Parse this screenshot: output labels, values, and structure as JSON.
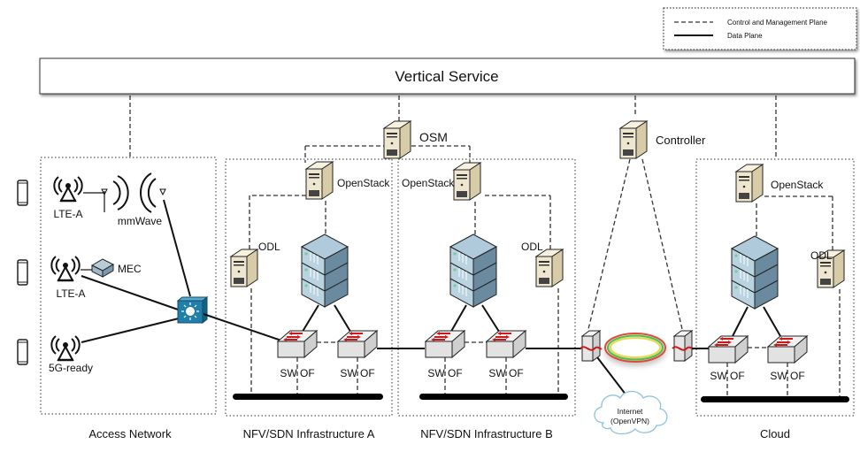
{
  "legend": {
    "control_label": "Control and Management Plane",
    "data_label": "Data Plane"
  },
  "vertical_service": {
    "label": "Vertical Service"
  },
  "orchestrators": {
    "osm": "OSM",
    "controller": "Controller"
  },
  "domains": [
    {
      "id": "access",
      "label": "Access Network"
    },
    {
      "id": "infra-a",
      "label": "NFV/SDN Infrastructure A",
      "vim": "OpenStack",
      "sdn": "ODL",
      "switches": [
        "SW OF",
        "SW OF"
      ]
    },
    {
      "id": "infra-b",
      "label": "NFV/SDN Infrastructure B",
      "vim": "OpenStack",
      "sdn": "ODL",
      "switches": [
        "SW OF",
        "SW OF"
      ]
    },
    {
      "id": "cloud",
      "label": "Cloud",
      "vim": "OpenStack",
      "sdn": "ODL",
      "switches": [
        "SW OF",
        "SW OF"
      ]
    }
  ],
  "access_network": {
    "radios": [
      {
        "label": "LTE-A"
      },
      {
        "label": "mmWave"
      },
      {
        "label": "LTE-A"
      },
      {
        "label": "5G-ready"
      }
    ],
    "mec": "MEC"
  },
  "internet": {
    "line1": "Internet",
    "line2": "(OpenVPN)"
  },
  "colors": {
    "server_beige": "#efe6cf",
    "rack_blue": "#8fb0c4",
    "l3switch_blue": "#1f7fa8",
    "switch_grey": "#e8e8e8",
    "arrow_red": "#cc1a1a",
    "tunnel_red": "#e04a3a",
    "tunnel_green": "#4cc04c",
    "tunnel_yellow": "#e8d84a",
    "cloud_blue": "#8fc3dd"
  }
}
